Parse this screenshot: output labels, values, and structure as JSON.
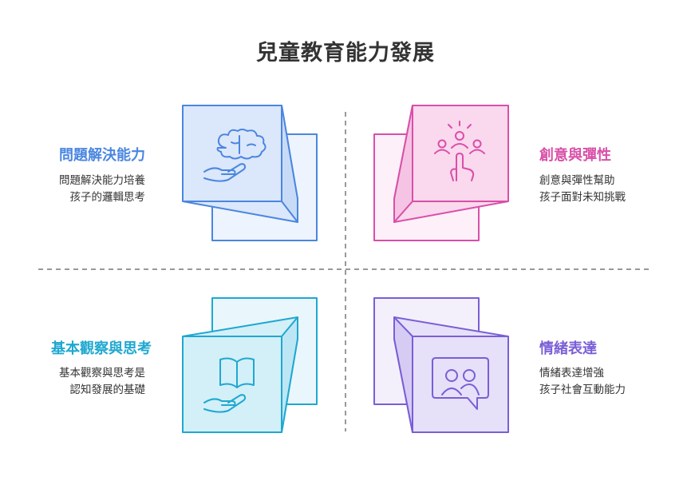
{
  "title": "兒童教育能力發展",
  "colors": {
    "problem_solving": "#4a86e0",
    "creativity": "#d94fa8",
    "observation": "#1ea8d0",
    "emotion": "#7a5ed6",
    "divider": "#999999"
  },
  "quadrants": {
    "problem_solving": {
      "heading": "問題解決能力",
      "desc_line1": "問題解決能力培養",
      "desc_line2": "孩子的邏輯思考",
      "icon": "brain-in-hand-icon"
    },
    "creativity": {
      "heading": "創意與彈性",
      "desc_line1": "創意與彈性幫助",
      "desc_line2": "孩子面對未知挑戰",
      "icon": "hand-pointing-people-icon"
    },
    "observation": {
      "heading": "基本觀察與思考",
      "desc_line1": "基本觀察與思考是",
      "desc_line2": "認知發展的基礎",
      "icon": "book-in-hand-icon"
    },
    "emotion": {
      "heading": "情緒表達",
      "desc_line1": "情緒表達增強",
      "desc_line2": "孩子社會互動能力",
      "icon": "people-speech-bubble-icon"
    }
  }
}
